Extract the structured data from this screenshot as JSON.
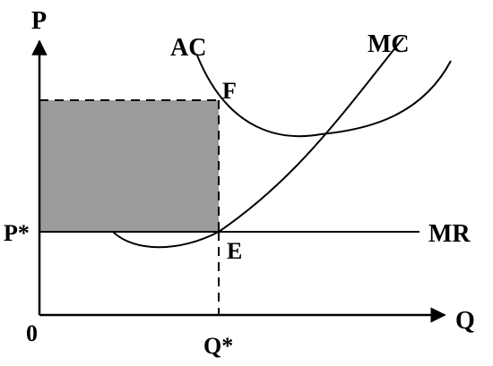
{
  "axes": {
    "y_label": "P",
    "x_label": "Q",
    "origin_label": "0"
  },
  "curves": {
    "ac_label": "AC",
    "mc_label": "MC",
    "mr_label": "MR"
  },
  "points": {
    "f_label": "F",
    "e_label": "E"
  },
  "levels": {
    "price_label": "P*",
    "quantity_label": "Q*"
  },
  "colors": {
    "shaded_area": "#9b9b9b",
    "ink": "#000000"
  }
}
